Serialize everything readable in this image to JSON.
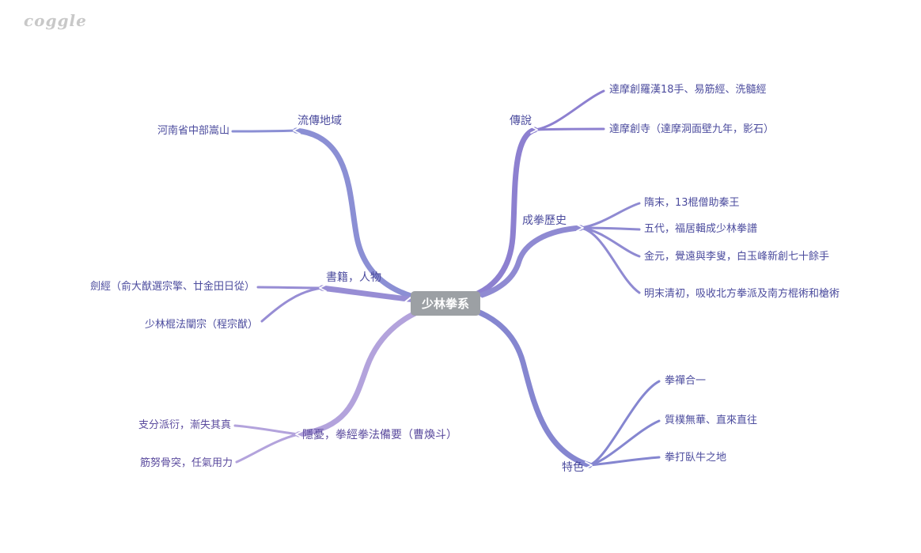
{
  "app": {
    "logo": "coggle"
  },
  "root": {
    "label": "少林拳系",
    "bg_color": "#9ca0a4",
    "text_color": "#ffffff"
  },
  "branches": [
    {
      "label": "流傳地域",
      "color": "#8b8fd4",
      "text_color": "#4c4c9e",
      "children": [
        {
          "label": "河南省中部嵩山"
        }
      ]
    },
    {
      "label": "書籍，人物",
      "color": "#978dd4",
      "text_color": "#4c4c9e",
      "children": [
        {
          "label": "劍經（俞大猷選宗擎、廿金田日從）"
        },
        {
          "label": "少林棍法闡宗（程宗猷）"
        }
      ]
    },
    {
      "label": "隱憂，拳經拳法備要（曹煥斗）",
      "color": "#b3a3dc",
      "text_color": "#5b4b9e",
      "children": [
        {
          "label": "支分派衍，漸失其真"
        },
        {
          "label": "筋努骨突，任氣用力"
        }
      ]
    },
    {
      "label": "傳說",
      "color": "#8d80d0",
      "text_color": "#4c4c9e",
      "children": [
        {
          "label": "達摩創羅漢18手、易筋經、洗髓經"
        },
        {
          "label": "達摩創寺（達摩洞面壁九年，影石）"
        }
      ]
    },
    {
      "label": "成拳歷史",
      "color": "#8f8ad2",
      "text_color": "#4c4c9e",
      "children": [
        {
          "label": "隋末，13棍僧助秦王"
        },
        {
          "label": "五代，福居輯成少林拳譜"
        },
        {
          "label": "金元，覺遠與李叟，白玉峰新創七十餘手"
        },
        {
          "label": "明末清初，吸收北方拳派及南方棍術和槍術"
        }
      ]
    },
    {
      "label": "特色",
      "color": "#8586d0",
      "text_color": "#4c4c9e",
      "children": [
        {
          "label": "拳禪合一"
        },
        {
          "label": "質樸無華、直來直往"
        },
        {
          "label": "拳打臥牛之地"
        }
      ]
    }
  ]
}
